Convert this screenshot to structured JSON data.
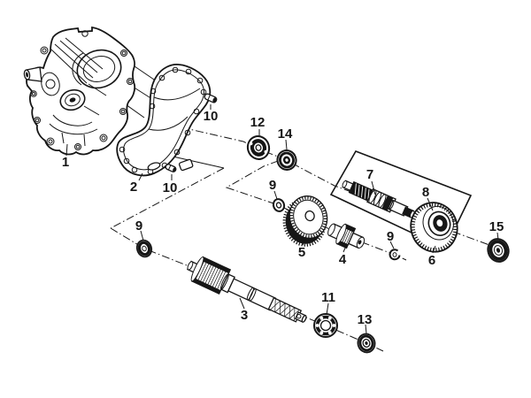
{
  "figure": {
    "type": "exploded-parts-diagram",
    "background": "#ffffff",
    "callout_style": "numbered-leader-lines"
  },
  "colors": {
    "ink": "#161616",
    "paper": "#ffffff"
  },
  "callouts": [
    {
      "label": "1",
      "target": "crankcase-cover"
    },
    {
      "label": "2",
      "target": "case-gasket"
    },
    {
      "label": "10",
      "target": "dowel-pin-top"
    },
    {
      "label": "10",
      "target": "dowel-pin-bottom"
    },
    {
      "label": "12",
      "target": "ball-bearing-upper"
    },
    {
      "label": "14",
      "target": "oil-seal-upper"
    },
    {
      "label": "9",
      "target": "washer-center"
    },
    {
      "label": "5",
      "target": "counter-gear"
    },
    {
      "label": "4",
      "target": "drive-pinion"
    },
    {
      "label": "9",
      "target": "snap-ring"
    },
    {
      "label": "7",
      "target": "counter-shaft"
    },
    {
      "label": "8",
      "target": "final-gear"
    },
    {
      "label": "6",
      "target": "final-gear-assembly"
    },
    {
      "label": "15",
      "target": "oil-seal-right"
    },
    {
      "label": "9",
      "target": "washer-left"
    },
    {
      "label": "3",
      "target": "drive-shaft"
    },
    {
      "label": "11",
      "target": "ball-bearing-lower"
    },
    {
      "label": "13",
      "target": "oil-seal-lower"
    }
  ]
}
